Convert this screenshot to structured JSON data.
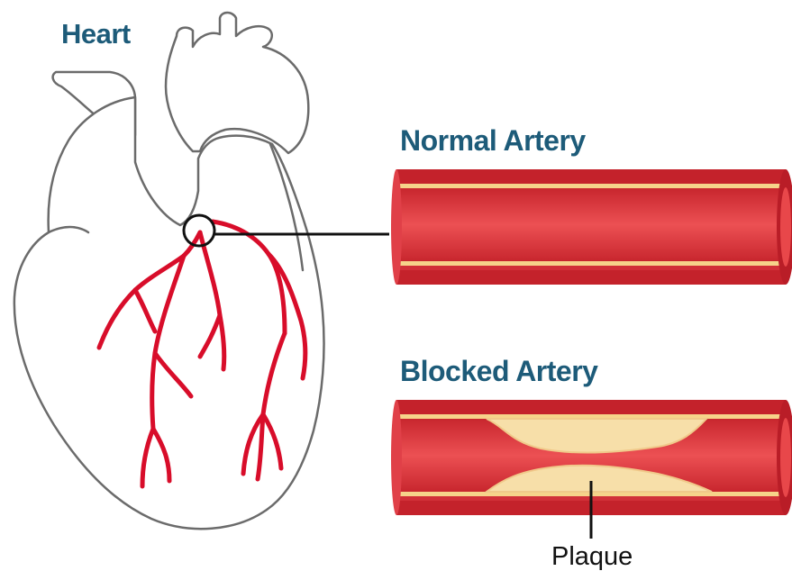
{
  "labels": {
    "heart": "Heart",
    "normal_artery": "Normal Artery",
    "blocked_artery": "Blocked Artery",
    "plaque": "Plaque"
  },
  "colors": {
    "title_text": "#1d5b79",
    "plaque_text": "#111111",
    "heart_outline": "#6b6b6b",
    "coronary_vessel": "#d80d2a",
    "artery_wall": "#d8343a",
    "artery_lumen": "#e8474a",
    "artery_lining": "#f6d38a",
    "plaque_fill": "#f7dfa9",
    "pointer_line": "#111111"
  }
}
